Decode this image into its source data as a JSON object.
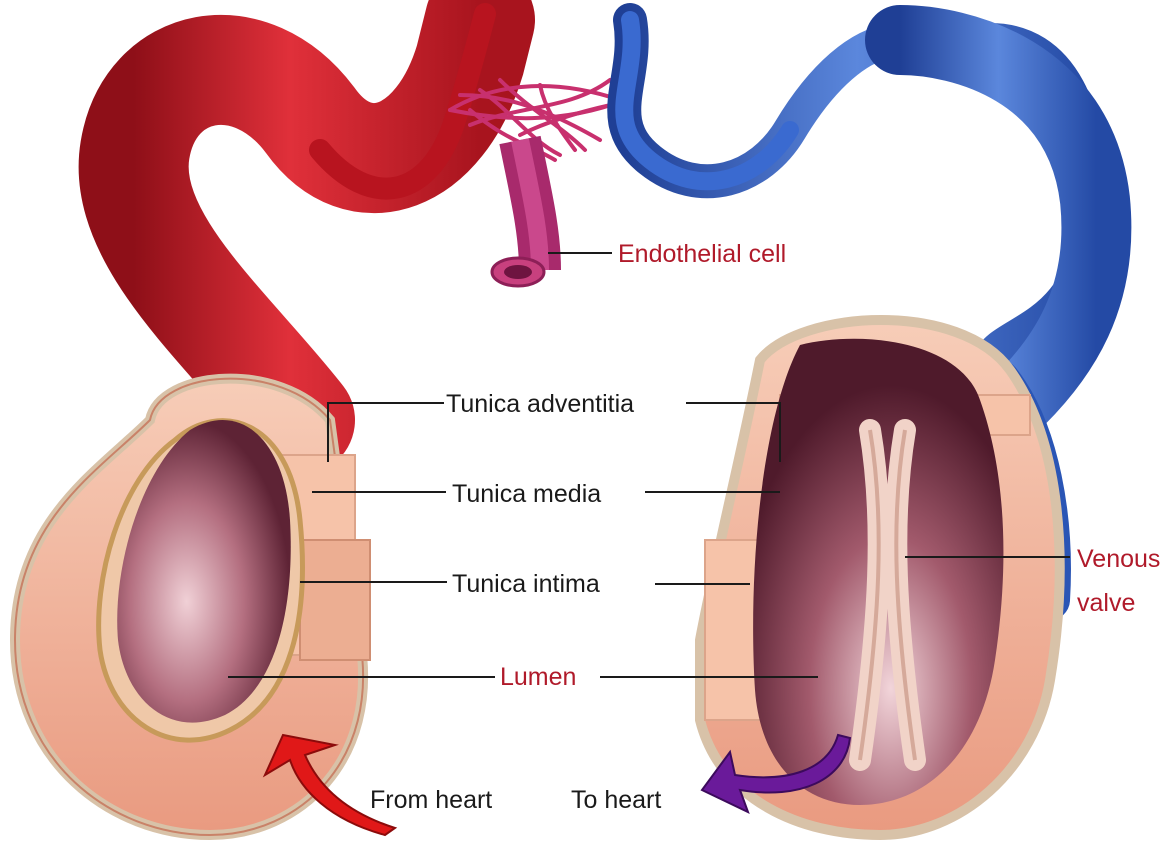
{
  "labels": {
    "endothelial_cell": "Endothelial cell",
    "tunica_adventitia": "Tunica adventitia",
    "tunica_media": "Tunica media",
    "tunica_intima": "Tunica intima",
    "venous_valve_line1": "Venous",
    "venous_valve_line2": "valve",
    "lumen": "Lumen",
    "from_heart": "From heart",
    "to_heart": "To heart"
  },
  "colors": {
    "artery": "#cc1f2a",
    "vein": "#2f5fc0",
    "capillary": "#c8306e",
    "wall_tissue": "#f2b8a0",
    "lumen": "#7a3448",
    "label_text": "#1a1a1a",
    "highlight_text": "#b01a2a",
    "arrow_from_heart": "#e01818",
    "arrow_to_heart": "#6a1a9a"
  },
  "icons": {
    "from_heart_arrow": "curved-arrow-up-right-icon",
    "to_heart_arrow": "curved-arrow-down-left-icon"
  }
}
